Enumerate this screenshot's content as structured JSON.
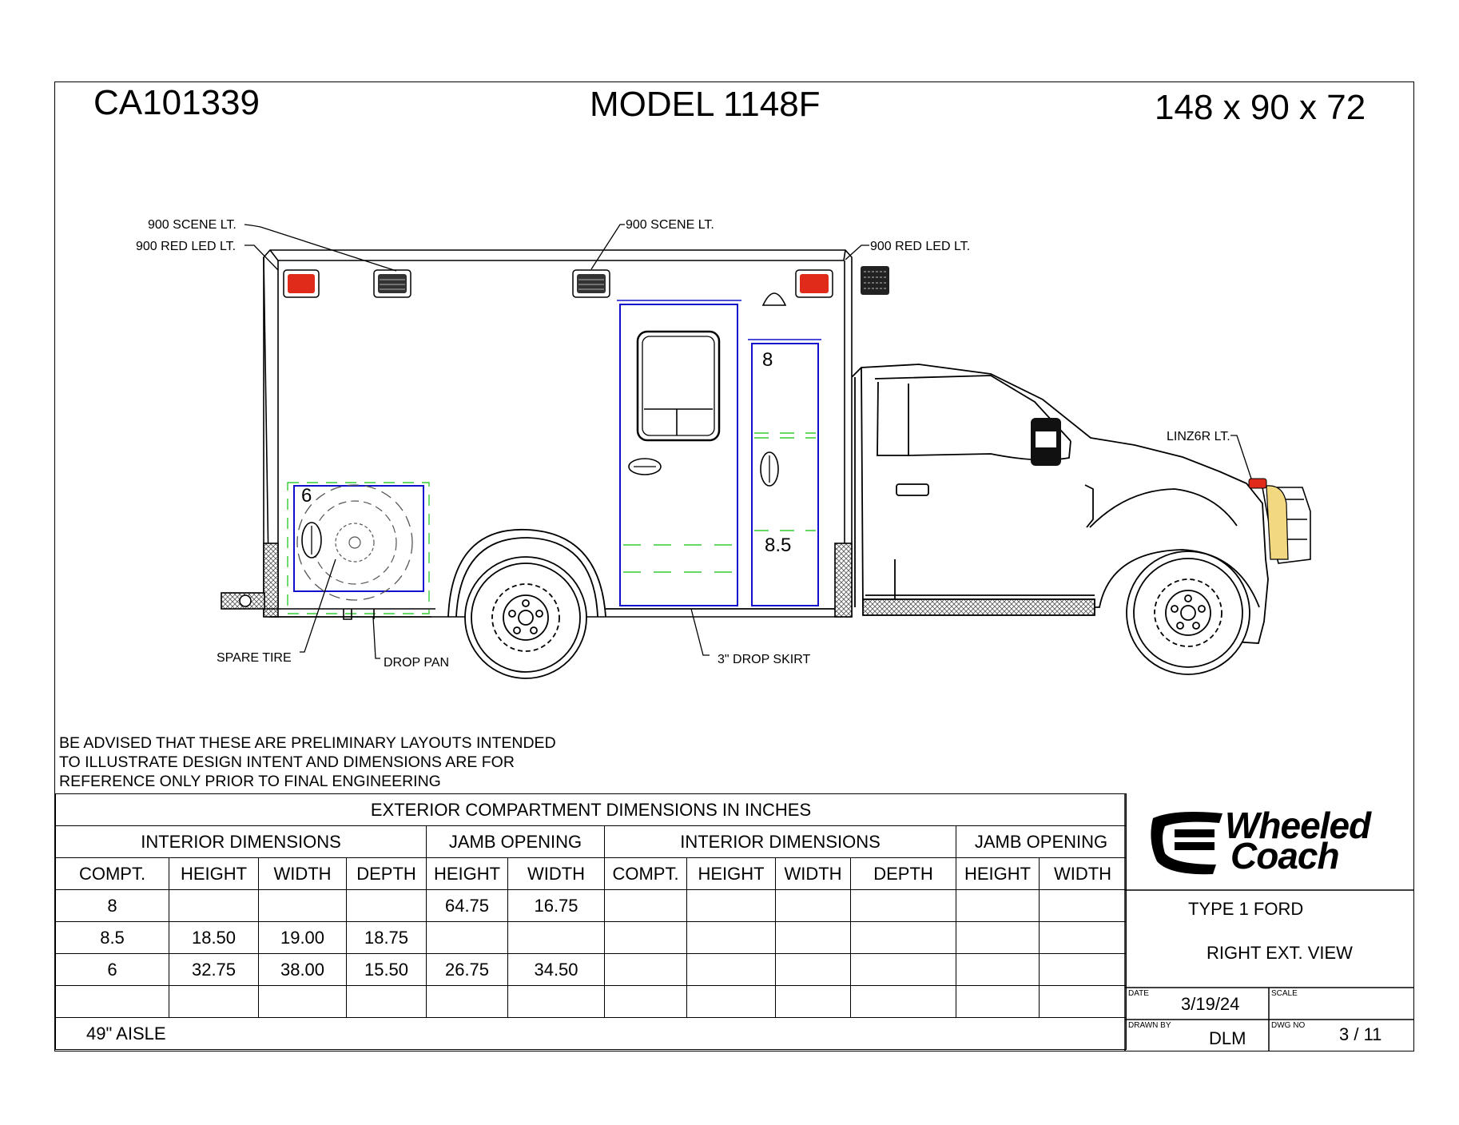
{
  "header": {
    "project_id": "CA101339",
    "model": "MODEL 1148F",
    "body_dims": "148 x 90 x 72"
  },
  "callouts": {
    "scene_lt_left": "900 SCENE LT.",
    "red_led_left": "900 RED LED LT.",
    "scene_lt_mid": "900 SCENE LT.",
    "red_led_right": "900 RED LED LT.",
    "linz": "LINZ6R LT.",
    "spare_tire": "SPARE TIRE",
    "drop_pan": "DROP PAN",
    "drop_skirt": "3\" DROP SKIRT"
  },
  "compartment_labels": {
    "c8": "8",
    "c85": "8.5",
    "c6": "6"
  },
  "disclaimer": [
    "BE ADVISED THAT THESE ARE PRELIMINARY LAYOUTS INTENDED",
    " TO ILLUSTRATE DESIGN INTENT AND DIMENSIONS  ARE FOR",
    "REFERENCE ONLY PRIOR TO FINAL ENGINEERING"
  ],
  "table": {
    "title": "EXTERIOR COMPARTMENT DIMENSIONS IN INCHES",
    "groups": [
      "INTERIOR DIMENSIONS",
      "JAMB OPENING",
      "INTERIOR DIMENSIONS",
      "JAMB OPENING"
    ],
    "columns": [
      "COMPT.",
      "HEIGHT",
      "WIDTH",
      "DEPTH",
      "HEIGHT",
      "WIDTH",
      "COMPT.",
      "HEIGHT",
      "WIDTH",
      "DEPTH",
      "HEIGHT",
      "WIDTH"
    ],
    "rows": [
      [
        "8",
        "",
        "",
        "",
        "64.75",
        "16.75",
        "",
        "",
        "",
        "",
        "",
        ""
      ],
      [
        "8.5",
        "18.50",
        "19.00",
        "18.75",
        "",
        "",
        "",
        "",
        "",
        "",
        "",
        ""
      ],
      [
        "6",
        "32.75",
        "38.00",
        "15.50",
        "26.75",
        "34.50",
        "",
        "",
        "",
        "",
        "",
        ""
      ],
      [
        "",
        "",
        "",
        "",
        "",
        "",
        "",
        "",
        "",
        "",
        "",
        ""
      ]
    ],
    "footer": "49\" AISLE"
  },
  "title_block": {
    "brand_line1": "Wheeled",
    "brand_line2": "Coach",
    "vehicle": "TYPE 1 FORD",
    "view": "RIGHT EXT. VIEW",
    "date_label": "DATE",
    "date": "3/19/24",
    "scale_label": "SCALE",
    "scale": "",
    "drawn_by_label": "DRAWN BY",
    "drawn_by": "DLM",
    "dwg_no_label": "DWG NO",
    "dwg_no": "3 / 11"
  },
  "colors": {
    "ink": "#000000",
    "compartment_outline": "#1010cc",
    "hidden_line": "#33cc33",
    "red_led": "#e02a1a",
    "amber_light": "#f2d880"
  }
}
